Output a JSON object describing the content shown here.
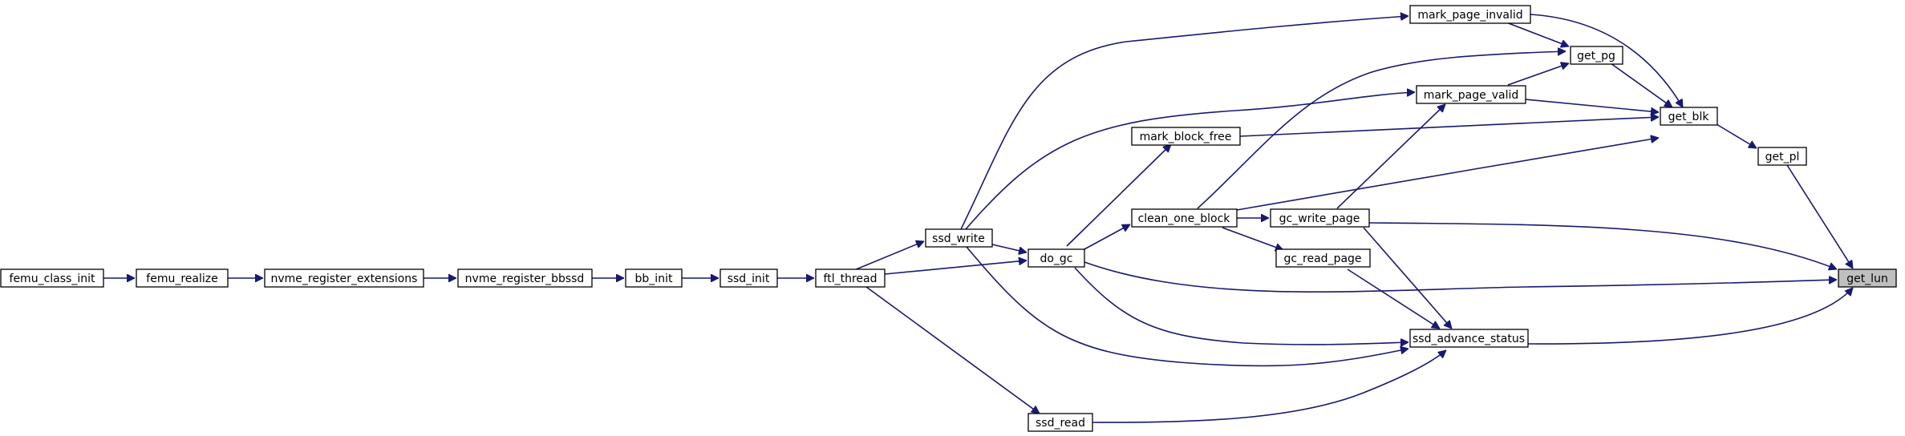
{
  "colors": {
    "edge": "#191970",
    "node_border": "#000000",
    "node_fill": "#ffffff",
    "highlight_fill": "#bfbfbf"
  },
  "graph": {
    "nodes": [
      {
        "id": "femu_class_init",
        "label": "femu_class_init"
      },
      {
        "id": "femu_realize",
        "label": "femu_realize"
      },
      {
        "id": "nvme_register_extensions",
        "label": "nvme_register_extensions"
      },
      {
        "id": "nvme_register_bbssd",
        "label": "nvme_register_bbssd"
      },
      {
        "id": "bb_init",
        "label": "bb_init"
      },
      {
        "id": "ssd_init",
        "label": "ssd_init"
      },
      {
        "id": "ftl_thread",
        "label": "ftl_thread"
      },
      {
        "id": "ssd_write",
        "label": "ssd_write"
      },
      {
        "id": "do_gc",
        "label": "do_gc"
      },
      {
        "id": "ssd_read",
        "label": "ssd_read"
      },
      {
        "id": "mark_block_free",
        "label": "mark_block_free"
      },
      {
        "id": "clean_one_block",
        "label": "clean_one_block"
      },
      {
        "id": "gc_write_page",
        "label": "gc_write_page"
      },
      {
        "id": "gc_read_page",
        "label": "gc_read_page"
      },
      {
        "id": "ssd_advance_status",
        "label": "ssd_advance_status"
      },
      {
        "id": "mark_page_invalid",
        "label": "mark_page_invalid"
      },
      {
        "id": "mark_page_valid",
        "label": "mark_page_valid"
      },
      {
        "id": "get_pg",
        "label": "get_pg"
      },
      {
        "id": "get_blk",
        "label": "get_blk"
      },
      {
        "id": "get_pl",
        "label": "get_pl"
      },
      {
        "id": "get_lun",
        "label": "get_lun",
        "highlight": true
      }
    ],
    "edges": [
      {
        "from": "femu_class_init",
        "to": "femu_realize"
      },
      {
        "from": "femu_realize",
        "to": "nvme_register_extensions"
      },
      {
        "from": "nvme_register_extensions",
        "to": "nvme_register_bbssd"
      },
      {
        "from": "nvme_register_bbssd",
        "to": "bb_init"
      },
      {
        "from": "bb_init",
        "to": "ssd_init"
      },
      {
        "from": "ssd_init",
        "to": "ftl_thread"
      },
      {
        "from": "ftl_thread",
        "to": "ssd_write"
      },
      {
        "from": "ftl_thread",
        "to": "do_gc"
      },
      {
        "from": "ftl_thread",
        "to": "ssd_read"
      },
      {
        "from": "ssd_write",
        "to": "do_gc"
      },
      {
        "from": "ssd_write",
        "to": "mark_page_invalid"
      },
      {
        "from": "ssd_write",
        "to": "mark_page_valid"
      },
      {
        "from": "ssd_write",
        "to": "ssd_advance_status"
      },
      {
        "from": "do_gc",
        "to": "mark_block_free"
      },
      {
        "from": "do_gc",
        "to": "clean_one_block"
      },
      {
        "from": "do_gc",
        "to": "ssd_advance_status"
      },
      {
        "from": "do_gc",
        "to": "get_lun"
      },
      {
        "from": "ssd_read",
        "to": "ssd_advance_status"
      },
      {
        "from": "clean_one_block",
        "to": "gc_write_page"
      },
      {
        "from": "clean_one_block",
        "to": "gc_read_page"
      },
      {
        "from": "clean_one_block",
        "to": "get_pg"
      },
      {
        "from": "clean_one_block",
        "to": "get_blk"
      },
      {
        "from": "gc_write_page",
        "to": "mark_page_valid"
      },
      {
        "from": "gc_write_page",
        "to": "ssd_advance_status"
      },
      {
        "from": "gc_write_page",
        "to": "get_lun"
      },
      {
        "from": "gc_read_page",
        "to": "ssd_advance_status"
      },
      {
        "from": "mark_block_free",
        "to": "get_blk"
      },
      {
        "from": "mark_page_invalid",
        "to": "get_pg"
      },
      {
        "from": "mark_page_invalid",
        "to": "get_blk"
      },
      {
        "from": "mark_page_valid",
        "to": "get_pg"
      },
      {
        "from": "mark_page_valid",
        "to": "get_blk"
      },
      {
        "from": "get_pg",
        "to": "get_blk"
      },
      {
        "from": "get_blk",
        "to": "get_pl"
      },
      {
        "from": "get_pl",
        "to": "get_lun"
      },
      {
        "from": "ssd_advance_status",
        "to": "get_lun"
      }
    ]
  }
}
